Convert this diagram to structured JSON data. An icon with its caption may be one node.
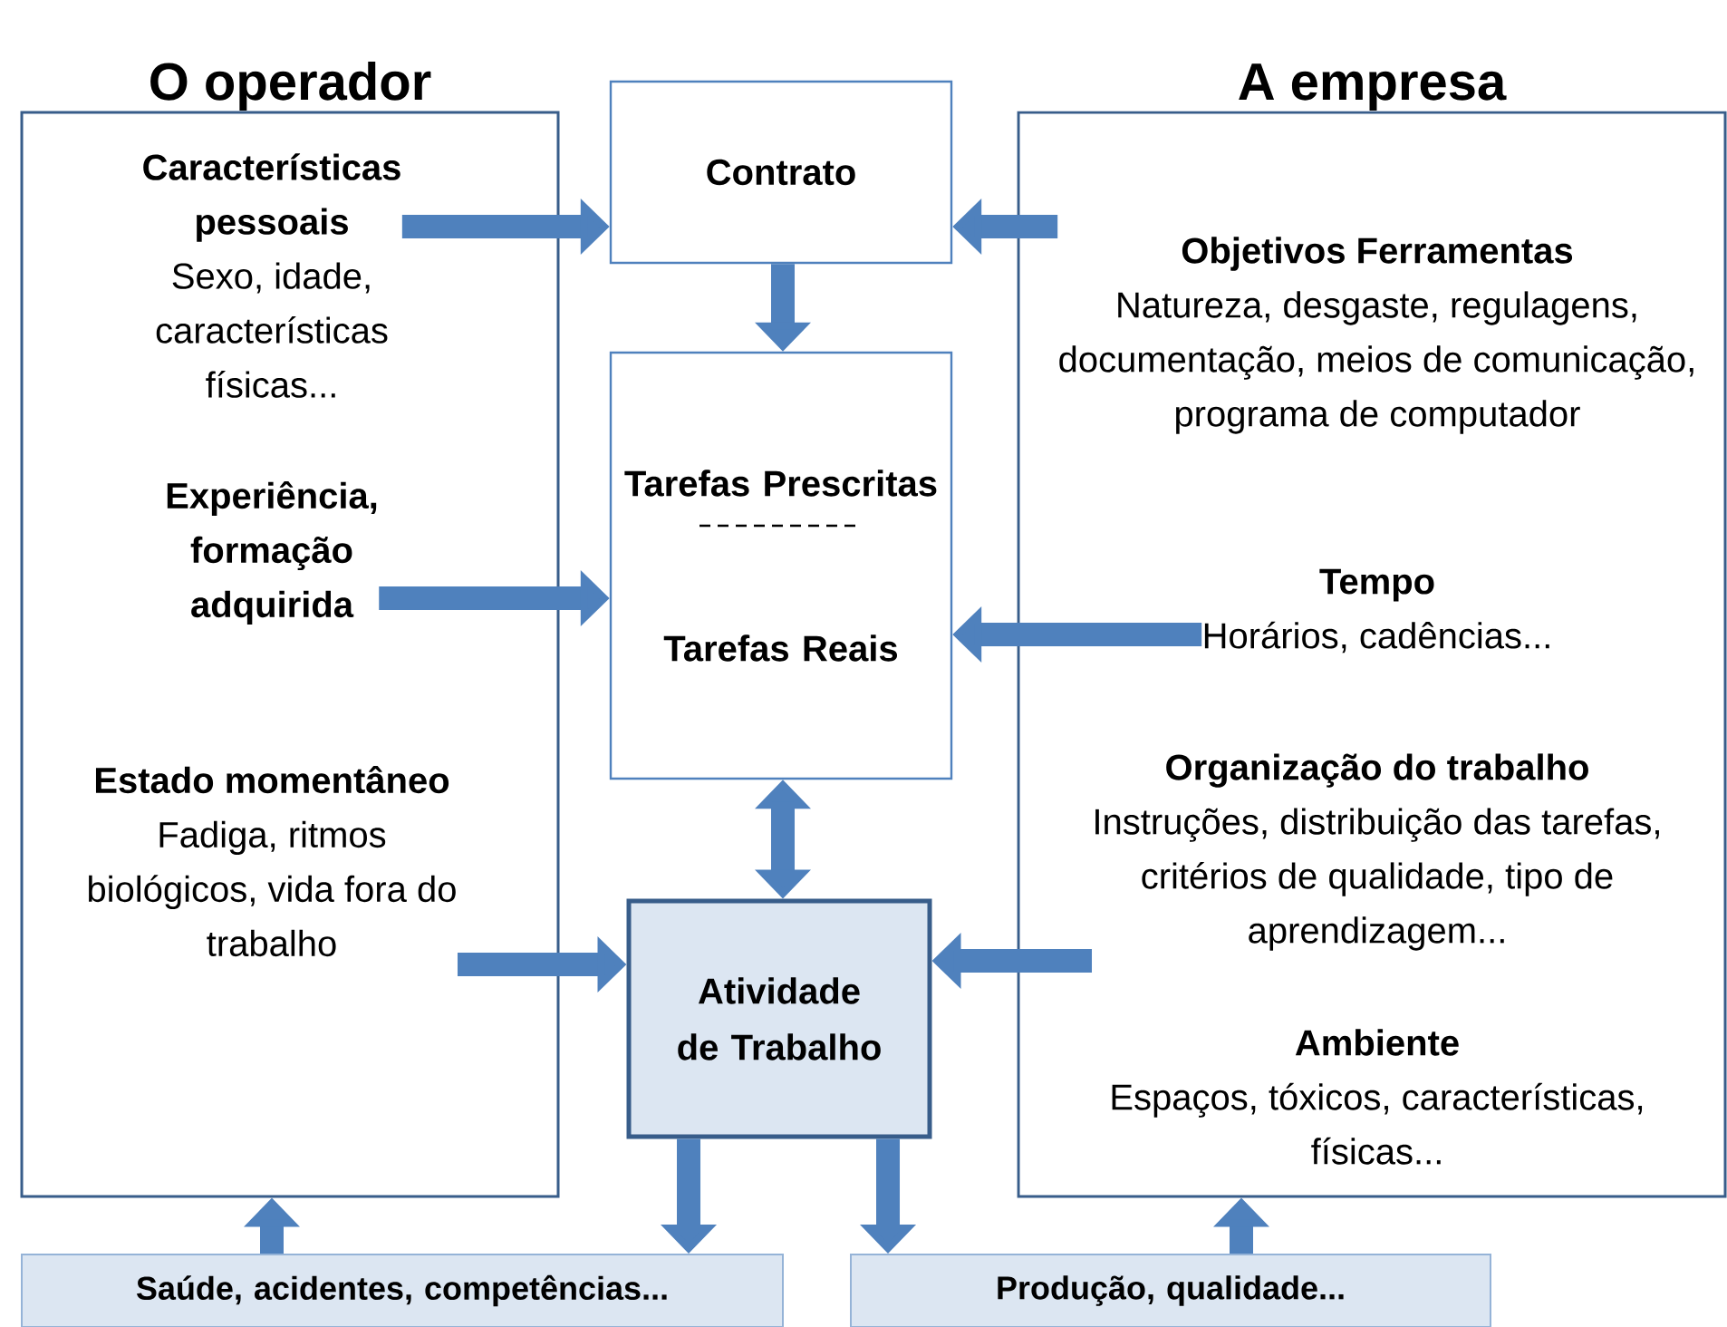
{
  "diagram": {
    "nodes": [
      {
        "text": [
          "O operador"
        ]
      },
      {
        "text": [
          "Características pessoais",
          "Sexo, idade, características físicas..."
        ],
        "in": 0
      },
      {
        "text": [
          "Experiência, formação adquirida"
        ],
        "in": 0
      },
      {
        "text": [
          "Estado momentâneo",
          "Fadiga, ritmos biológicos, vida fora do trabalho"
        ],
        "in": 0
      },
      {
        "text": [
          "A empresa"
        ]
      },
      {
        "text": [
          "Objetivos Ferramentas",
          "Natureza, desgaste, regulagens, documentação, meios de comunicação, programa de computador"
        ],
        "in": 4
      },
      {
        "text": [
          "Tempo",
          "Horários, cadências..."
        ],
        "in": 4
      },
      {
        "text": [
          "Organização do trabalho",
          "Instruções, distribuição das tarefas, critérios de qualidade, tipo de aprendizagem..."
        ],
        "in": 4
      },
      {
        "text": [
          "Ambiente",
          "Espaços, tóxicos, características, físicas..."
        ],
        "in": 4
      },
      {
        "text": [
          "Contrato"
        ]
      },
      {
        "text": [
          "Tarefas Prescritas",
          "Tarefas Reais"
        ]
      },
      {
        "text": [
          "Atividade de Trabalho"
        ]
      },
      {
        "text": [
          "Saúde, acidentes, competências..."
        ]
      },
      {
        "text": [
          "Produção, qualidade..."
        ]
      }
    ],
    "edges": [
      {
        "from": 1,
        "to": 9,
        "arrow": "to"
      },
      {
        "from": 2,
        "to": 10,
        "arrow": "to"
      },
      {
        "from": 3,
        "to": 11,
        "arrow": "to"
      },
      {
        "from": 5,
        "to": 9,
        "arrow": "to"
      },
      {
        "from": 6,
        "to": 10,
        "arrow": "to"
      },
      {
        "from": 7,
        "to": 11,
        "arrow": "to"
      },
      {
        "from": 9,
        "to": 10,
        "arrow": "to"
      },
      {
        "from": 10,
        "to": 11,
        "arrow": "both"
      },
      {
        "from": 11,
        "to": 12,
        "arrow": "to"
      },
      {
        "from": 11,
        "to": 13,
        "arrow": "to"
      },
      {
        "from": 12,
        "to": 0,
        "arrow": "to"
      },
      {
        "from": 13,
        "to": 4,
        "arrow": "to"
      }
    ]
  }
}
